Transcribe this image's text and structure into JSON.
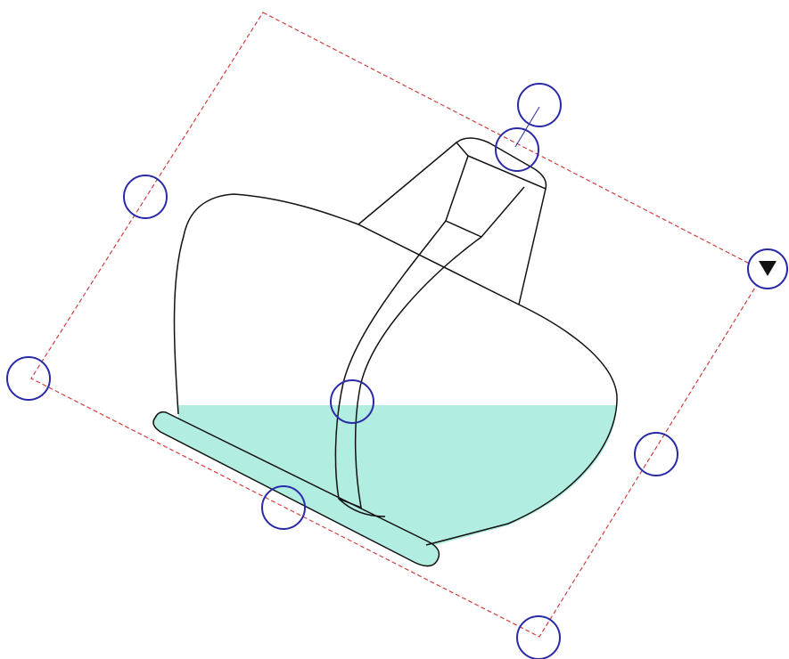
{
  "canvas": {
    "background": "#ffffff"
  },
  "selection": {
    "box_stroke": "#d04040",
    "box_style": "dashed",
    "handle_stroke": "#2a2aa8",
    "handle_count": 9,
    "menu_icon": "triangle-down-icon"
  },
  "object": {
    "name": "flask",
    "outline_color": "#111111",
    "liquid_color": "#b2ede2",
    "base_color": "#b2ede2"
  }
}
